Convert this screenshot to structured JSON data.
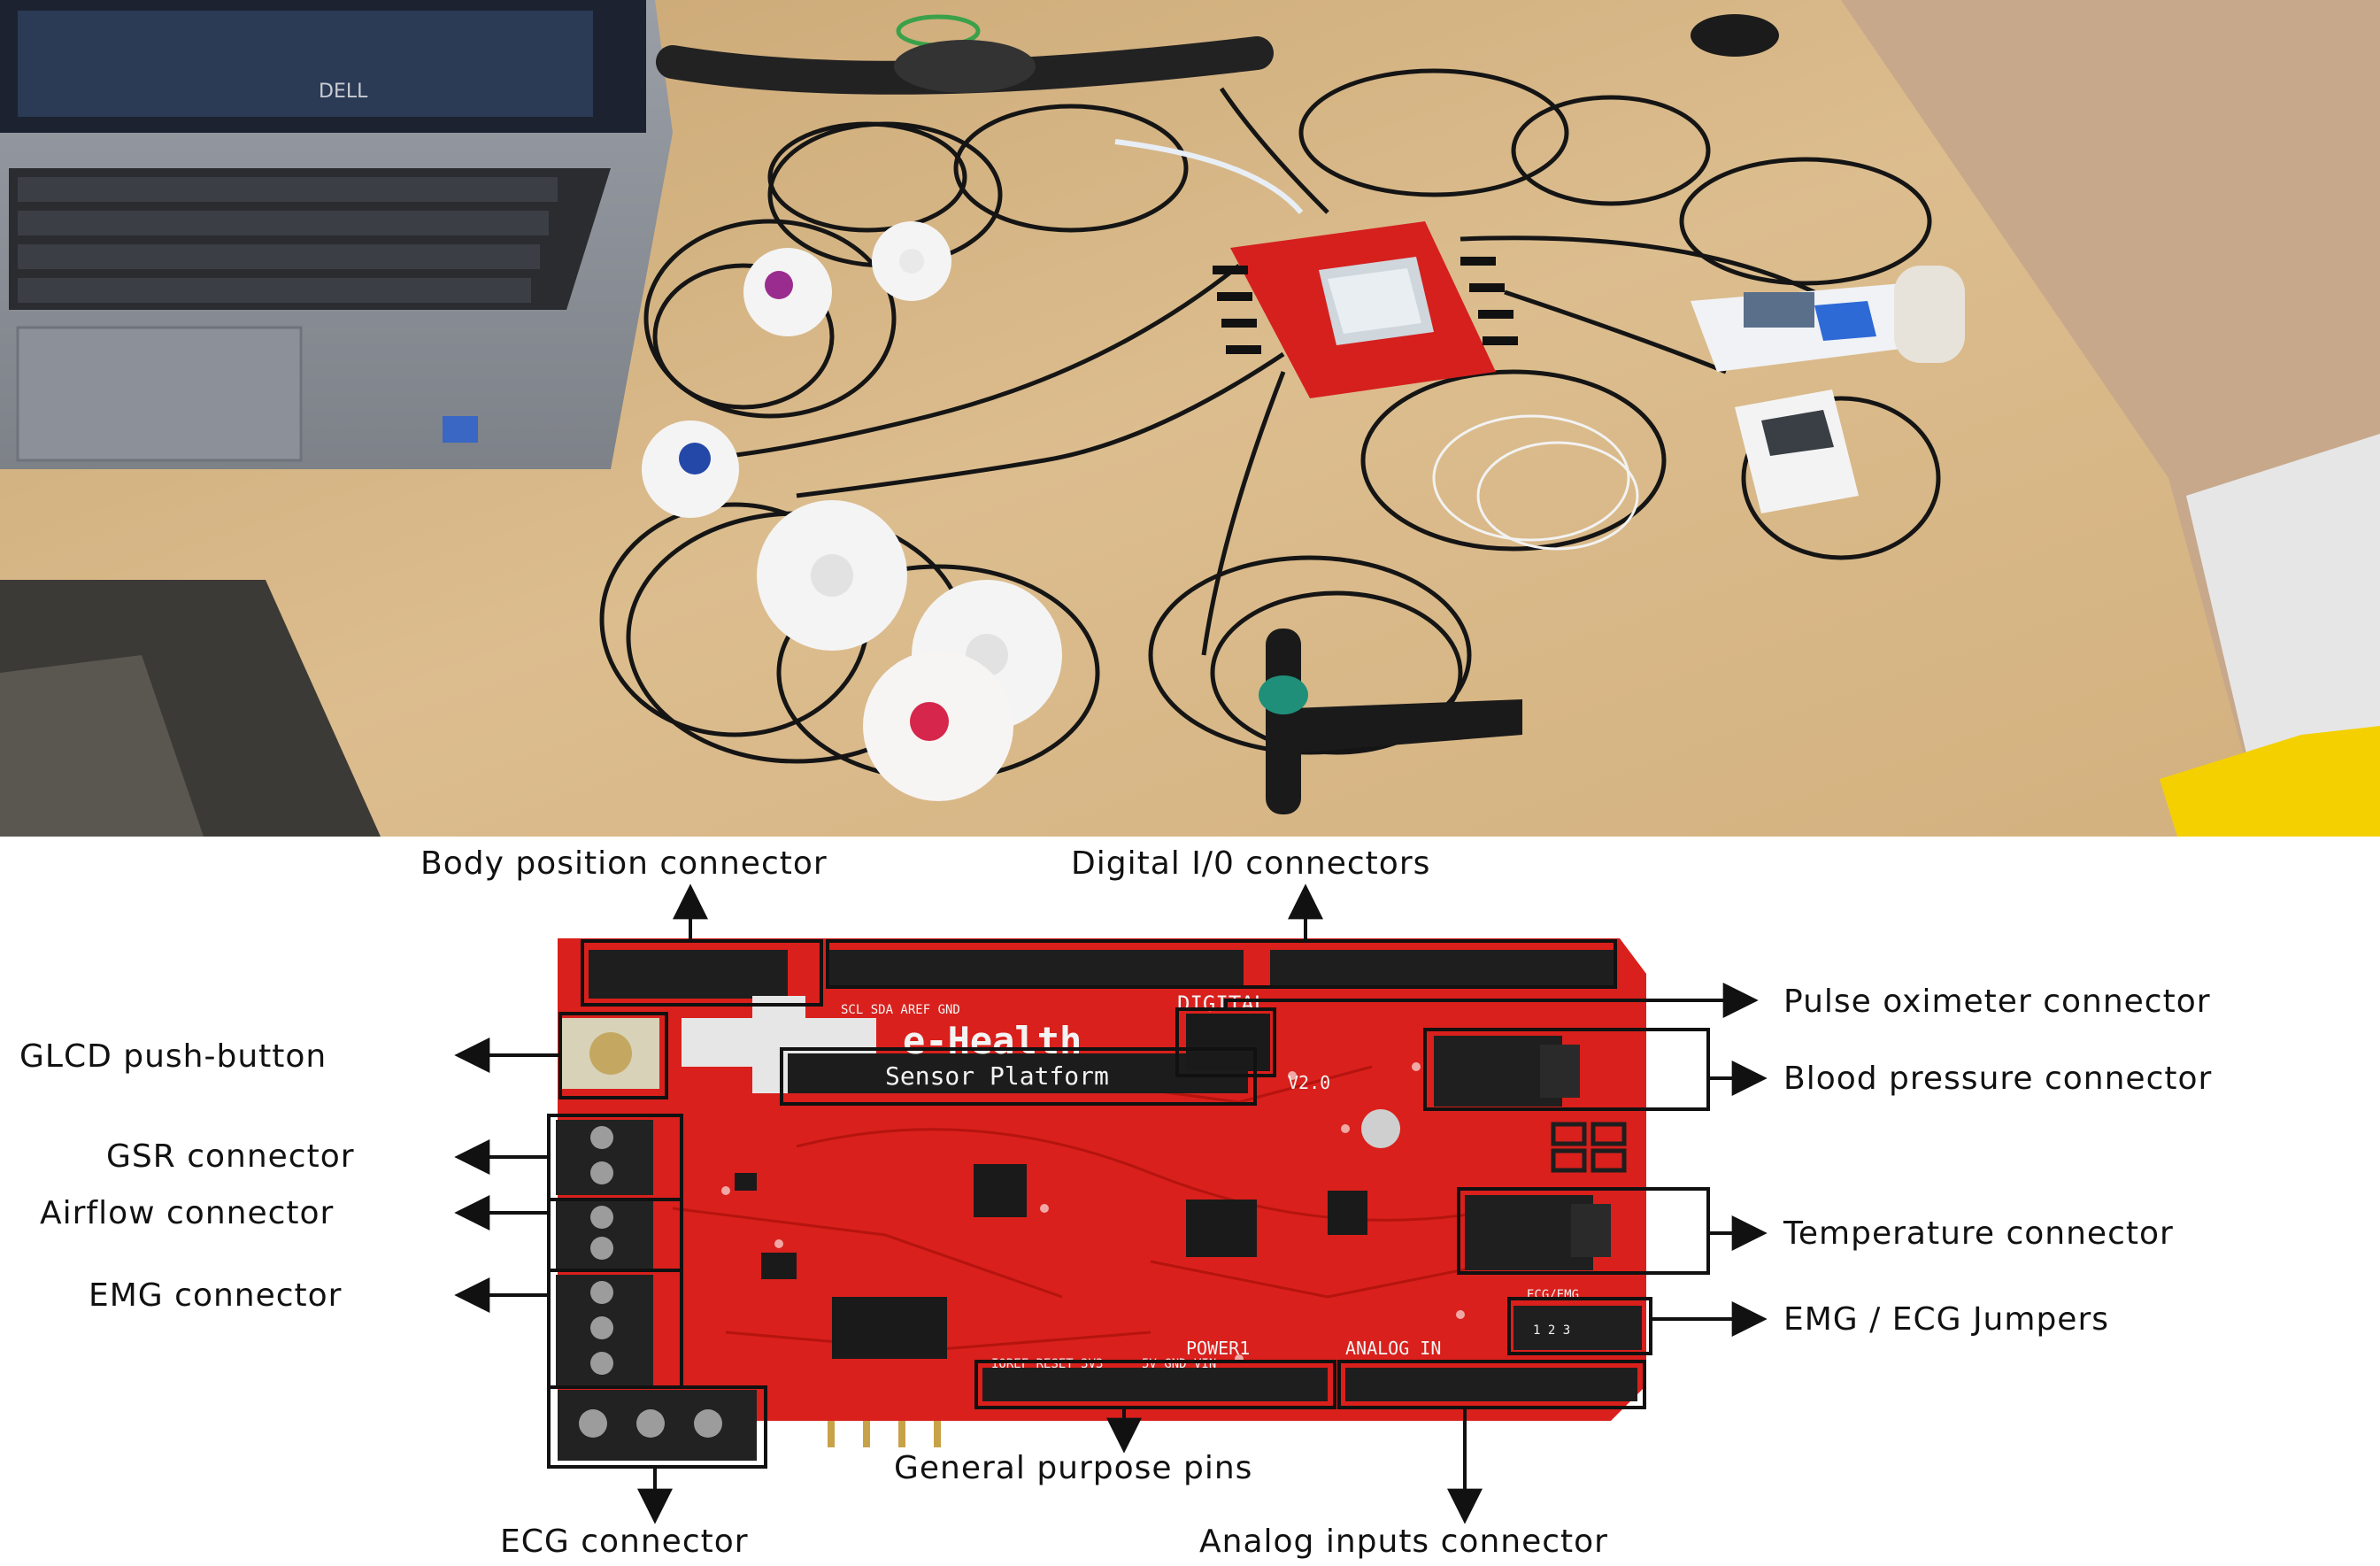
{
  "labels": {
    "body_position": "Body position connector",
    "digital_io": "Digital I/0 connectors",
    "glcd": "GLCD push-button",
    "gsr": "GSR connector",
    "airflow": "Airflow connector",
    "emg": "EMG connector",
    "ecg": "ECG connector",
    "general_purpose": "General purpose pins",
    "analog_inputs": "Analog inputs connector",
    "pulse_oximeter": "Pulse oximeter connector",
    "blood_pressure": "Blood pressure connector",
    "temperature": "Temperature connector",
    "emg_ecg_jumpers": "EMG / ECG Jumpers"
  },
  "board": {
    "digital": "DIGITAL",
    "brand": "e-Health",
    "platform": "Sensor Platform",
    "version": "V2.0",
    "power": "POWER1",
    "analog": "ANALOG IN",
    "jumper": "ECG/EMG",
    "pins_left": "SCL SDA AREF GND",
    "pins_power": "5V GND VIN",
    "pins_reset": "IOREF RESET 3V3",
    "jumper_nums": "1 2 3"
  },
  "photo": {
    "laptop_brand": "DELL"
  },
  "colors": {
    "board_red": "#d9201c",
    "table": "#d8b98a",
    "label_text": "#111111"
  }
}
